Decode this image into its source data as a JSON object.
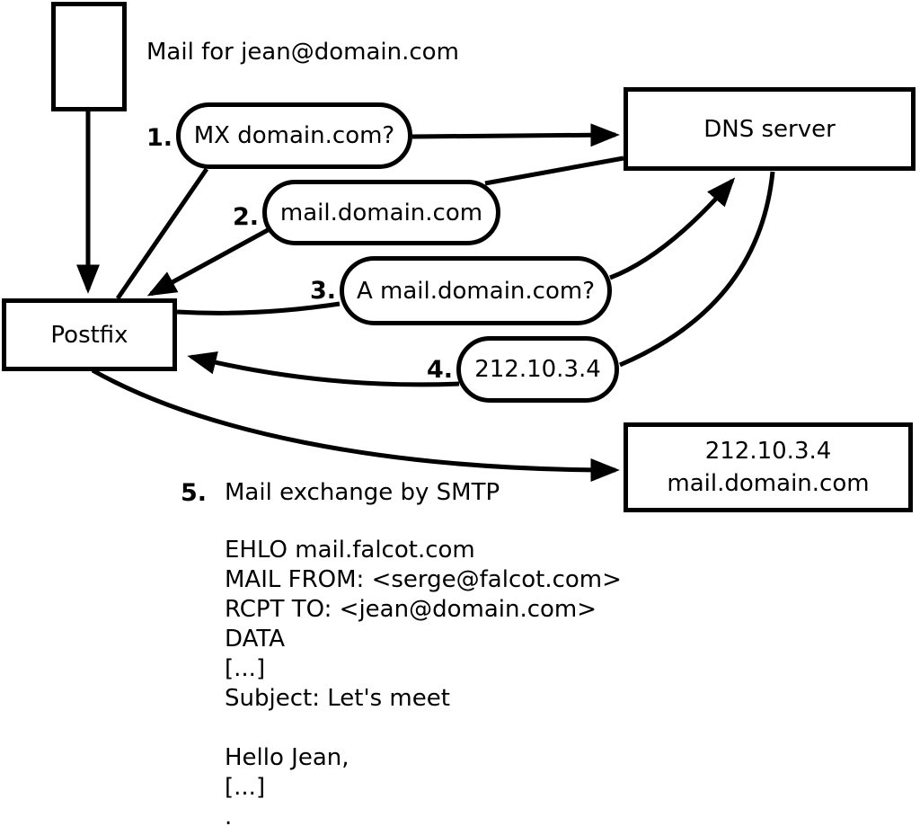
{
  "colors": {
    "ink": "#000000",
    "background": "#ffffff"
  },
  "diagram": {
    "mail_note": "Mail for jean@domain.com",
    "nodes": {
      "postfix": "Postfix",
      "dns_server": "DNS server",
      "mail_server_line1": "212.10.3.4",
      "mail_server_line2": "mail.domain.com"
    },
    "steps": [
      {
        "num": "1.",
        "label": "MX domain.com?"
      },
      {
        "num": "2.",
        "label": "mail.domain.com"
      },
      {
        "num": "3.",
        "label": "A mail.domain.com?"
      },
      {
        "num": "4.",
        "label": "212.10.3.4"
      },
      {
        "num": "5.",
        "label": "Mail exchange by SMTP"
      }
    ],
    "smtp_lines": [
      "EHLO mail.falcot.com",
      "MAIL FROM: <serge@falcot.com>",
      "RCPT TO: <jean@domain.com>",
      "DATA",
      "[...]",
      "Subject: Let's meet",
      "",
      "Hello Jean,",
      "[...]",
      "."
    ]
  }
}
